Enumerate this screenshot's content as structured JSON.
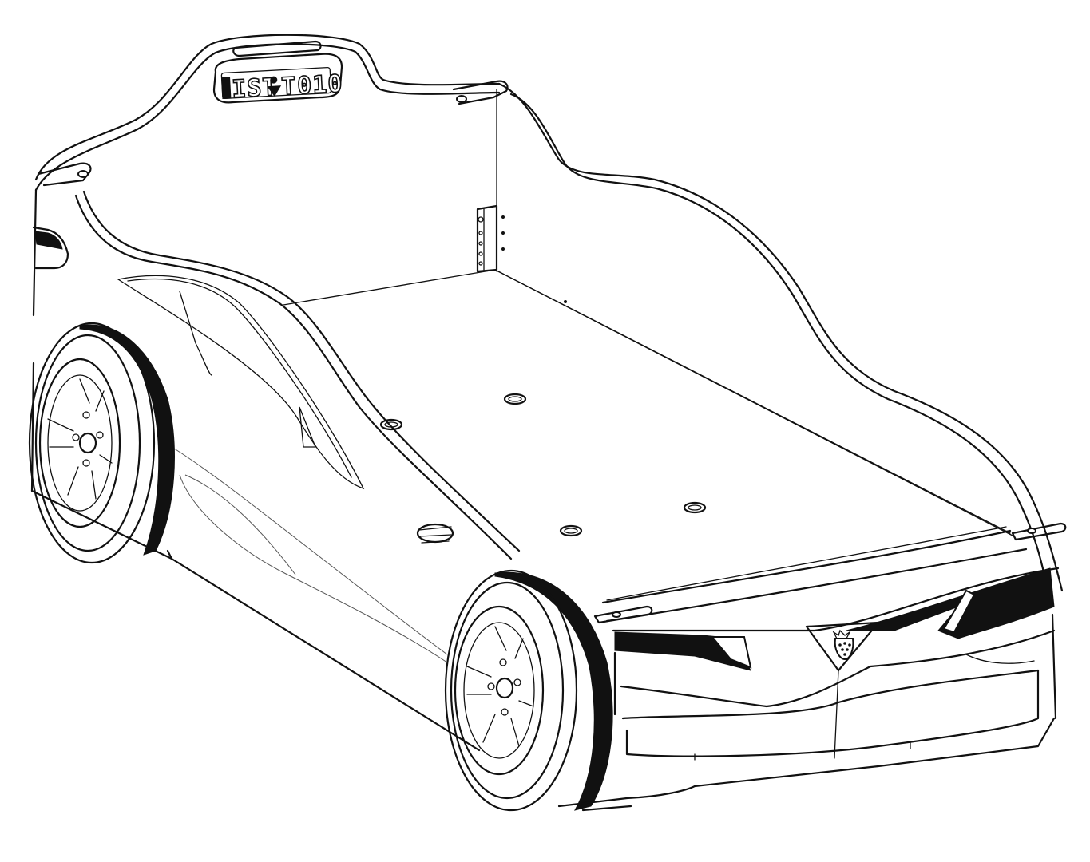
{
  "drawing": {
    "subject": "car-shaped children's bed line drawing",
    "license_plate": {
      "left_text": "IST",
      "middle_text": "T",
      "right_text": "010",
      "emblem": "strawberry-icon"
    },
    "front_badge": "strawberry-icon",
    "colors": {
      "line": "#111111",
      "background": "#ffffff"
    }
  }
}
